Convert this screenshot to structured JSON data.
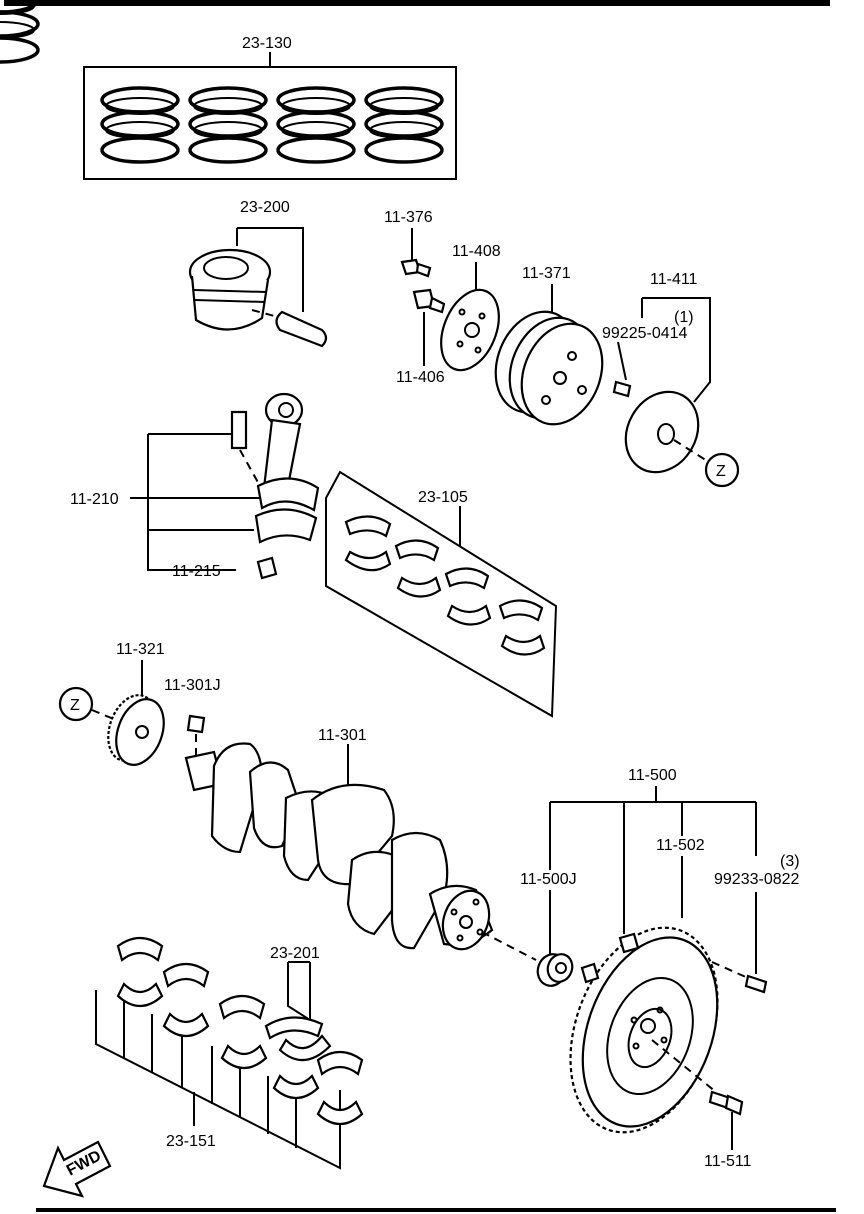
{
  "labels": {
    "rings": "23-130",
    "piston": "23-200",
    "bolt_376": "11-376",
    "plate_408": "11-408",
    "pulley": "11-371",
    "damper": "11-411",
    "damper_qty": "(1)",
    "damper_pin": "99225-0414",
    "bolt_406": "11-406",
    "conrod": "11-210",
    "rod_bearings": "23-105",
    "nut_215": "11-215",
    "sprocket": "11-321",
    "key": "11-301J",
    "crankshaft": "11-301",
    "flywheel_asm": "11-500",
    "ring_gear": "11-502",
    "pilot_bearing": "11-500J",
    "fly_pin_qty": "(3)",
    "fly_pin": "99233-0822",
    "thrust": "23-201",
    "main_bearings": "23-151",
    "fly_bolt": "11-511",
    "ref_z_top": "Z",
    "ref_z_bottom": "Z",
    "fwd": "FWD"
  }
}
